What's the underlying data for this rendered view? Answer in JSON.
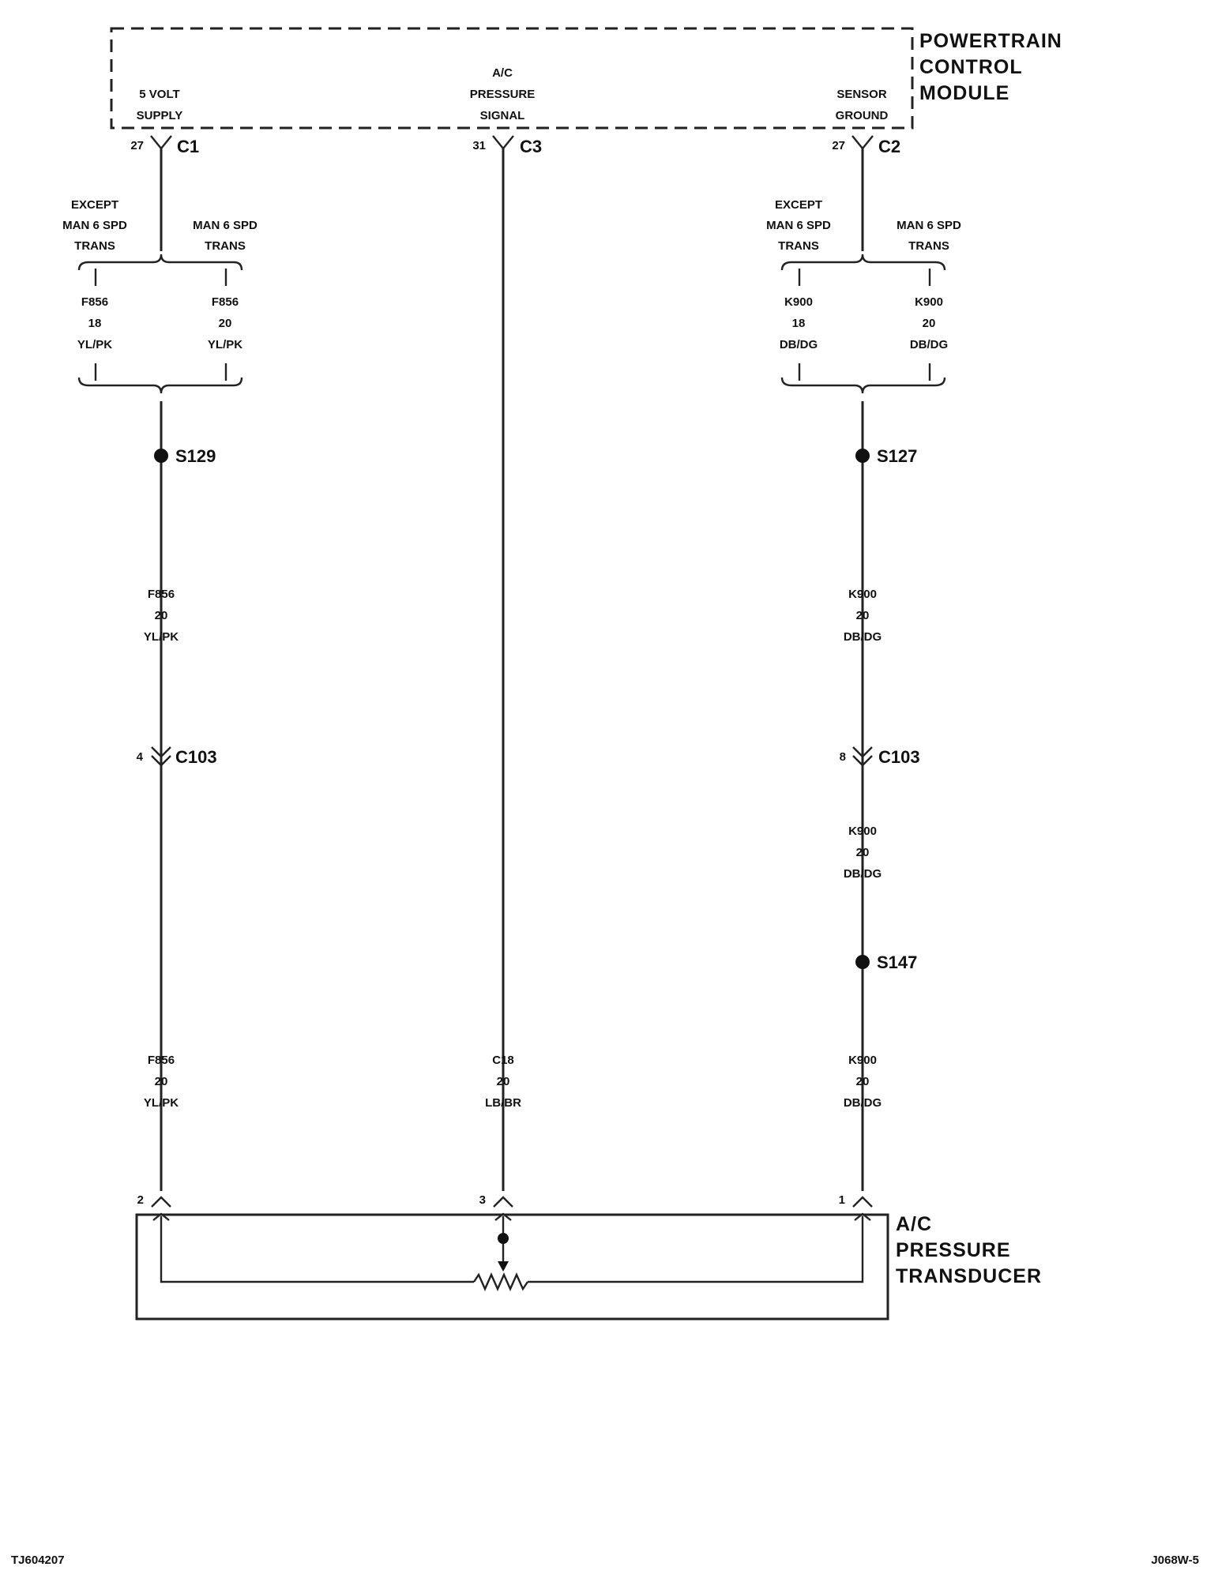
{
  "module": {
    "name_lines": [
      "POWERTRAIN",
      "CONTROL",
      "MODULE"
    ],
    "pins": [
      {
        "label_lines": [
          "5 VOLT",
          "SUPPLY"
        ],
        "cavity": "27",
        "connector": "C1"
      },
      {
        "label_lines": [
          "A/C",
          "PRESSURE",
          "SIGNAL"
        ],
        "cavity": "31",
        "connector": "C3"
      },
      {
        "label_lines": [
          "SENSOR",
          "GROUND"
        ],
        "cavity": "27",
        "connector": "C2"
      }
    ]
  },
  "branches": {
    "left": {
      "except_lines": [
        "EXCEPT",
        "MAN 6 SPD",
        "TRANS"
      ],
      "man_lines": [
        "MAN 6 SPD",
        "TRANS"
      ],
      "wire_a": [
        "F856",
        "18",
        "YL/PK"
      ],
      "wire_b": [
        "F856",
        "20",
        "YL/PK"
      ]
    },
    "right": {
      "except_lines": [
        "EXCEPT",
        "MAN 6 SPD",
        "TRANS"
      ],
      "man_lines": [
        "MAN 6 SPD",
        "TRANS"
      ],
      "wire_a": [
        "K900",
        "18",
        "DB/DG"
      ],
      "wire_b": [
        "K900",
        "20",
        "DB/DG"
      ]
    }
  },
  "splices": {
    "left": "S129",
    "right_upper": "S127",
    "right_lower": "S147"
  },
  "inline_connectors": {
    "left": {
      "cavity": "4",
      "name": "C103"
    },
    "right": {
      "cavity": "8",
      "name": "C103"
    }
  },
  "wire_labels": {
    "left_mid": [
      "F856",
      "20",
      "YL/PK"
    ],
    "left_bottom": [
      "F856",
      "20",
      "YL/PK"
    ],
    "center_bottom": [
      "C18",
      "20",
      "LB/BR"
    ],
    "right_mid": [
      "K900",
      "20",
      "DB/DG"
    ],
    "right_mid2": [
      "K900",
      "20",
      "DB/DG"
    ],
    "right_bottom": [
      "K900",
      "20",
      "DB/DG"
    ]
  },
  "transducer": {
    "name_lines": [
      "A/C",
      "PRESSURE",
      "TRANSDUCER"
    ],
    "pins": [
      "2",
      "3",
      "1"
    ]
  },
  "footer": {
    "left_code": "TJ604207",
    "right_code": "J068W-5"
  }
}
